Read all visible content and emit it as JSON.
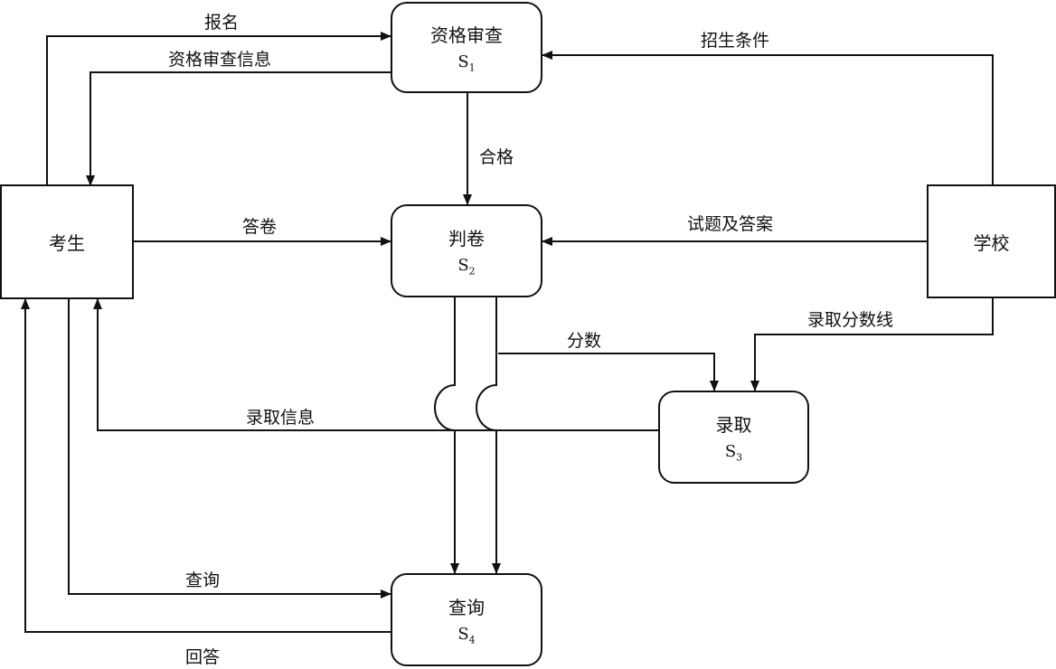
{
  "entities": {
    "student": "考生",
    "school": "学校"
  },
  "processes": {
    "s1": {
      "name": "资格审查",
      "id_letter": "S",
      "id_sub": "1"
    },
    "s2": {
      "name": "判卷",
      "id_letter": "S",
      "id_sub": "2"
    },
    "s3": {
      "name": "录取",
      "id_letter": "S",
      "id_sub": "3"
    },
    "s4": {
      "name": "查询",
      "id_letter": "S",
      "id_sub": "4"
    }
  },
  "flows": {
    "register": "报名",
    "qual_info": "资格审查信息",
    "admission_conditions": "招生条件",
    "qualified": "合格",
    "answer_sheet": "答卷",
    "exam_and_answers": "试题及答案",
    "cutoff_line": "录取分数线",
    "score": "分数",
    "admission_info": "录取信息",
    "query": "查询",
    "reply": "回答"
  }
}
